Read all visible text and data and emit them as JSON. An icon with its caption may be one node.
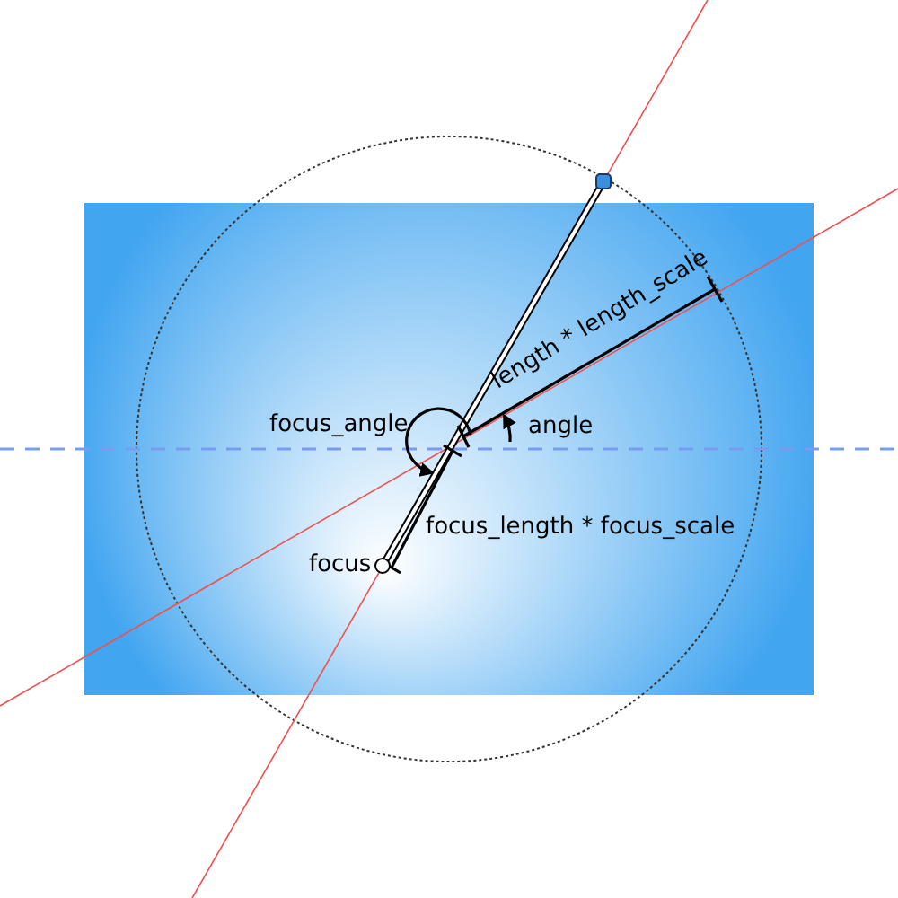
{
  "diagram": {
    "labels": [
      "length * length_scale",
      "focus_angle",
      "angle",
      "focus_length * focus_scale",
      "focus"
    ]
  }
}
